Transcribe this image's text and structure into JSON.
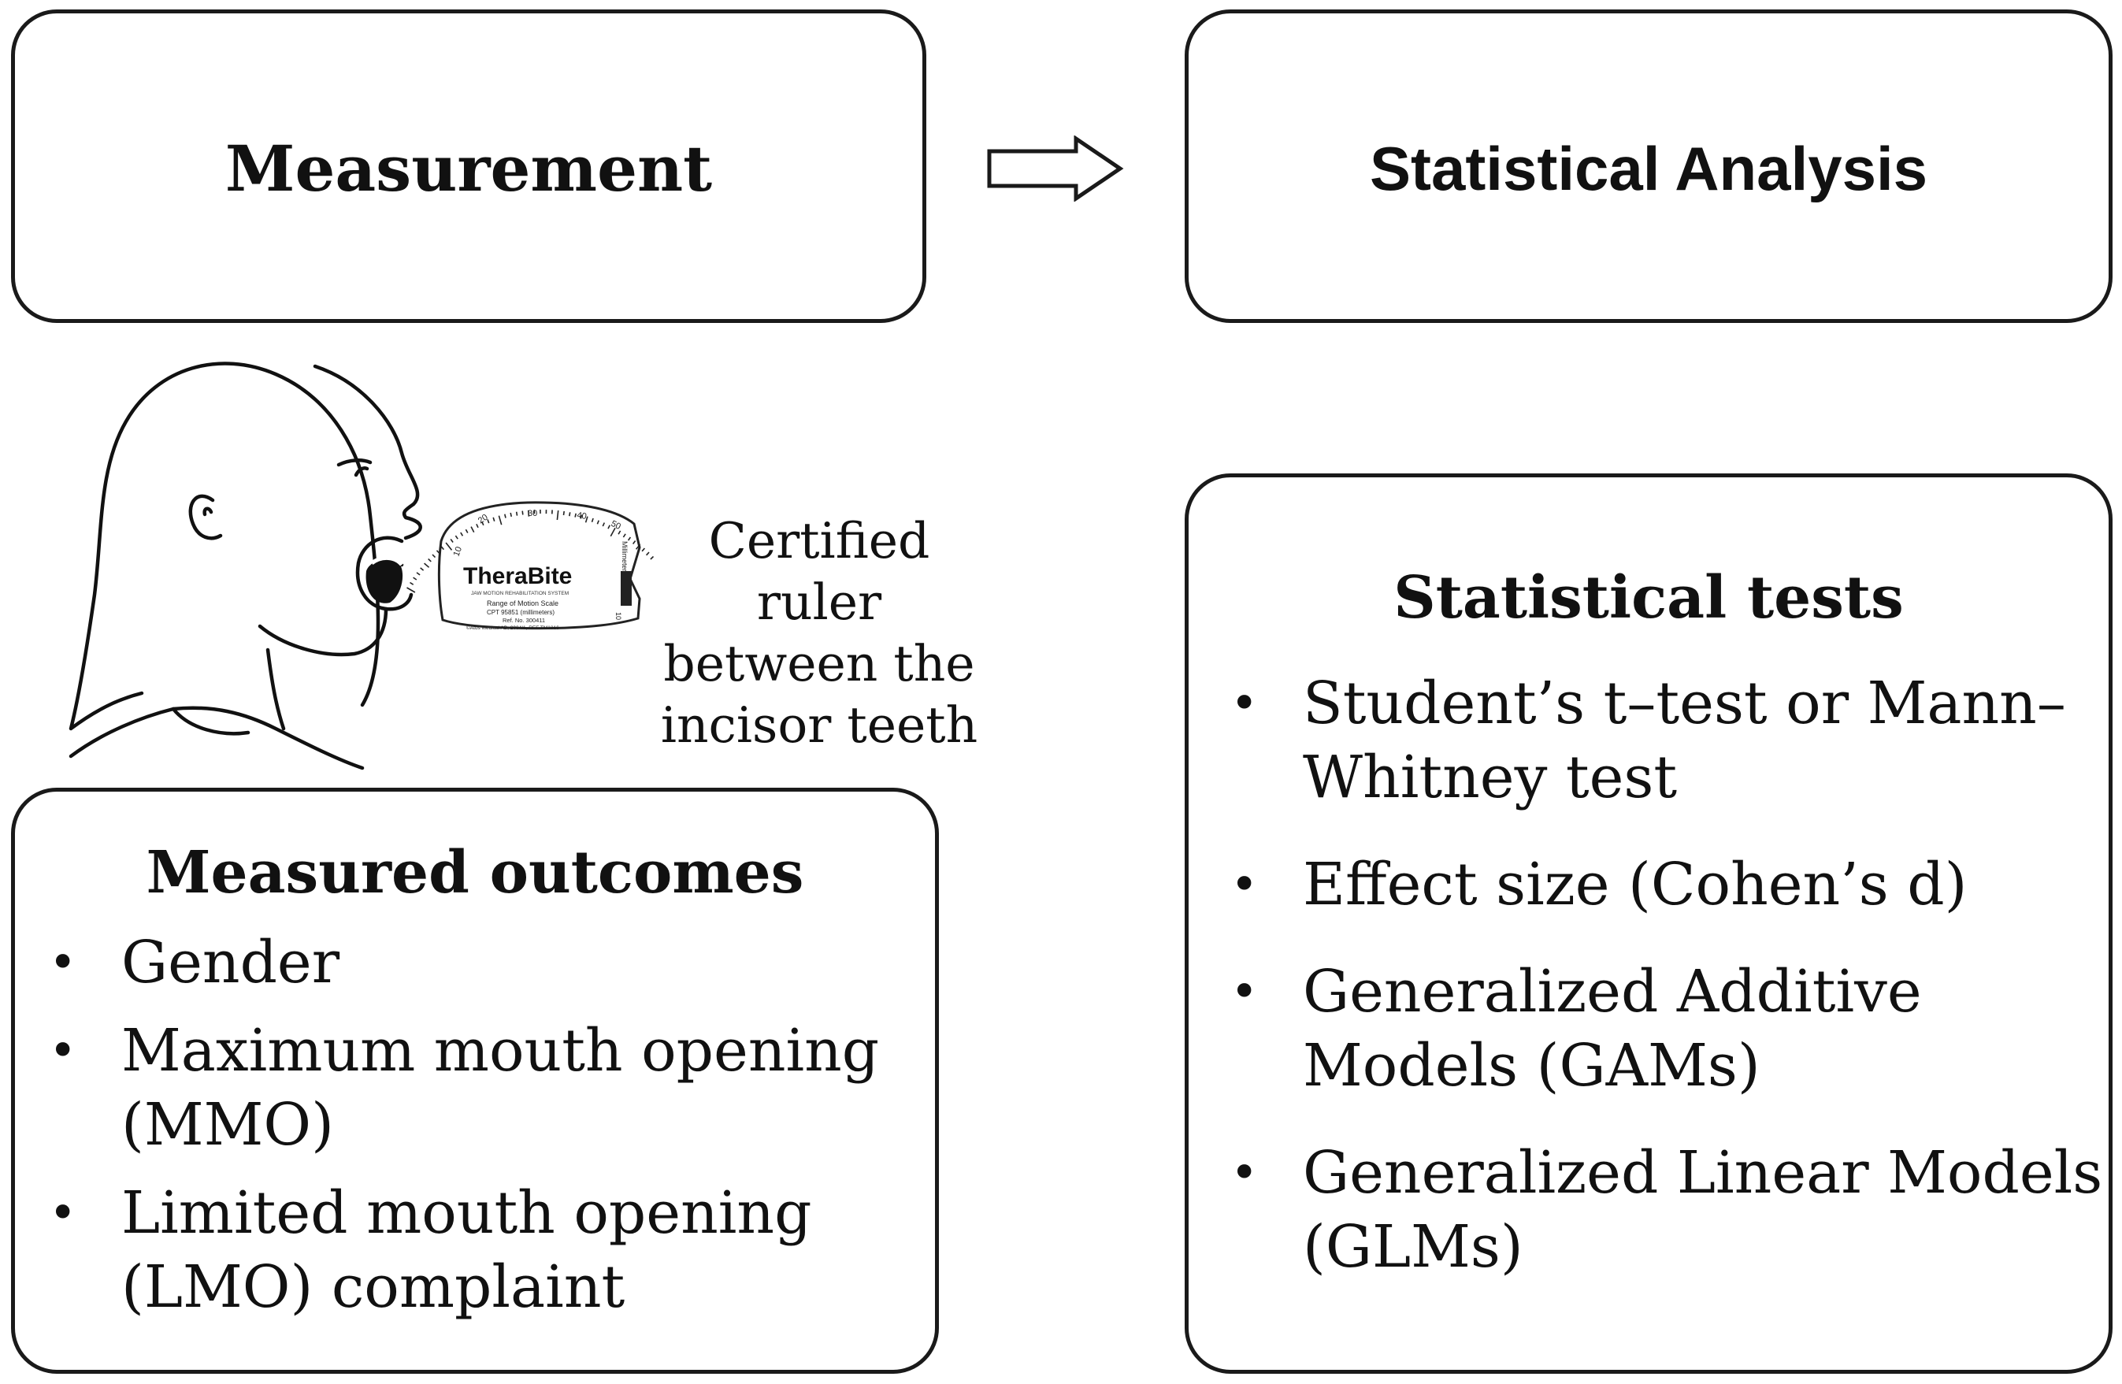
{
  "measurement_box": {
    "title": "Measurement"
  },
  "analysis_box": {
    "title": "Statistical Analysis"
  },
  "ruler": {
    "brand": "TheraBite",
    "subtitle": "JAW MOTION REHABILITATION SYSTEM",
    "scale_name": "Range of Motion Scale",
    "cpt": "CPT 95851 (millimeters)",
    "ref": "Ref. No. 300411",
    "copyright": "©Atos Medical AB, 2004/1, REF TM1816",
    "unit": "Millimeters",
    "ticks": [
      "10",
      "20",
      "30",
      "40",
      "50"
    ],
    "side_tick": "10"
  },
  "caption": {
    "lines": [
      "Certified ruler",
      "between the",
      "incisor teeth"
    ]
  },
  "outcomes_box": {
    "title": "Measured outcomes",
    "items": [
      {
        "lines": [
          "Gender"
        ]
      },
      {
        "lines": [
          "Maximum mouth opening",
          "(MMO)"
        ]
      },
      {
        "lines": [
          "Limited mouth opening",
          "(LMO) complaint"
        ]
      }
    ]
  },
  "tests_box": {
    "title": "Statistical tests",
    "items": [
      {
        "lines": [
          "Student’s t–test or Mann–",
          "Whitney test"
        ]
      },
      {
        "lines": [
          "Effect size (Cohen’s d)"
        ]
      },
      {
        "lines": [
          "Generalized Additive",
          "Models (GAMs)"
        ]
      },
      {
        "lines": [
          "Generalized Linear Models",
          "(GLMs)"
        ]
      }
    ]
  },
  "bullet_glyph": "•"
}
